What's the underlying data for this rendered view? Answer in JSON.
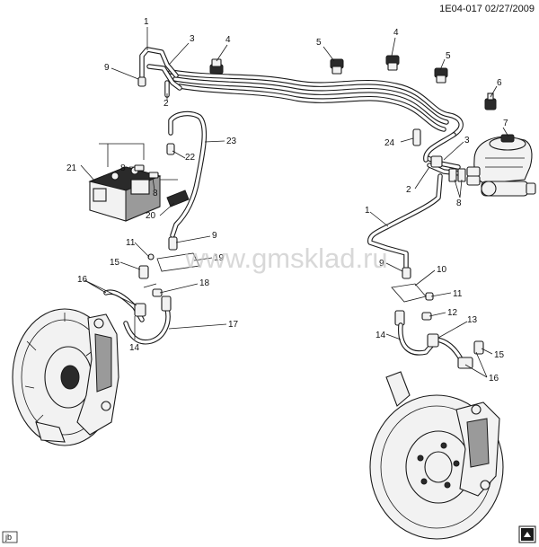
{
  "header": {
    "reference": "1E04-017  02/27/2009"
  },
  "watermark": "www.gmsklad.ru",
  "corner_mark": "jb",
  "callouts": [
    {
      "id": "c1a",
      "text": "1"
    },
    {
      "id": "c3a",
      "text": "3"
    },
    {
      "id": "c4a",
      "text": "4"
    },
    {
      "id": "c5a",
      "text": "5"
    },
    {
      "id": "c4b",
      "text": "4"
    },
    {
      "id": "c5b",
      "text": "5"
    },
    {
      "id": "c6",
      "text": "6"
    },
    {
      "id": "c7",
      "text": "7"
    },
    {
      "id": "c9a",
      "text": "9"
    },
    {
      "id": "c2a",
      "text": "2"
    },
    {
      "id": "c23",
      "text": "23"
    },
    {
      "id": "c24",
      "text": "24"
    },
    {
      "id": "c3b",
      "text": "3"
    },
    {
      "id": "c21",
      "text": "21"
    },
    {
      "id": "c8a",
      "text": "8"
    },
    {
      "id": "c8b",
      "text": "8"
    },
    {
      "id": "c22",
      "text": "22"
    },
    {
      "id": "c2b",
      "text": "2"
    },
    {
      "id": "c8c",
      "text": "8"
    },
    {
      "id": "c20",
      "text": "20"
    },
    {
      "id": "c1b",
      "text": "1"
    },
    {
      "id": "c9b",
      "text": "9"
    },
    {
      "id": "c11a",
      "text": "11"
    },
    {
      "id": "c15a",
      "text": "15"
    },
    {
      "id": "c19",
      "text": "19"
    },
    {
      "id": "c9c",
      "text": "9"
    },
    {
      "id": "c10",
      "text": "10"
    },
    {
      "id": "c16a",
      "text": "16"
    },
    {
      "id": "c18",
      "text": "18"
    },
    {
      "id": "c11b",
      "text": "11"
    },
    {
      "id": "c12",
      "text": "12"
    },
    {
      "id": "c14a",
      "text": "14"
    },
    {
      "id": "c17",
      "text": "17"
    },
    {
      "id": "c13",
      "text": "13"
    },
    {
      "id": "c14b",
      "text": "14"
    },
    {
      "id": "c15b",
      "text": "15"
    },
    {
      "id": "c16b",
      "text": "16"
    }
  ]
}
